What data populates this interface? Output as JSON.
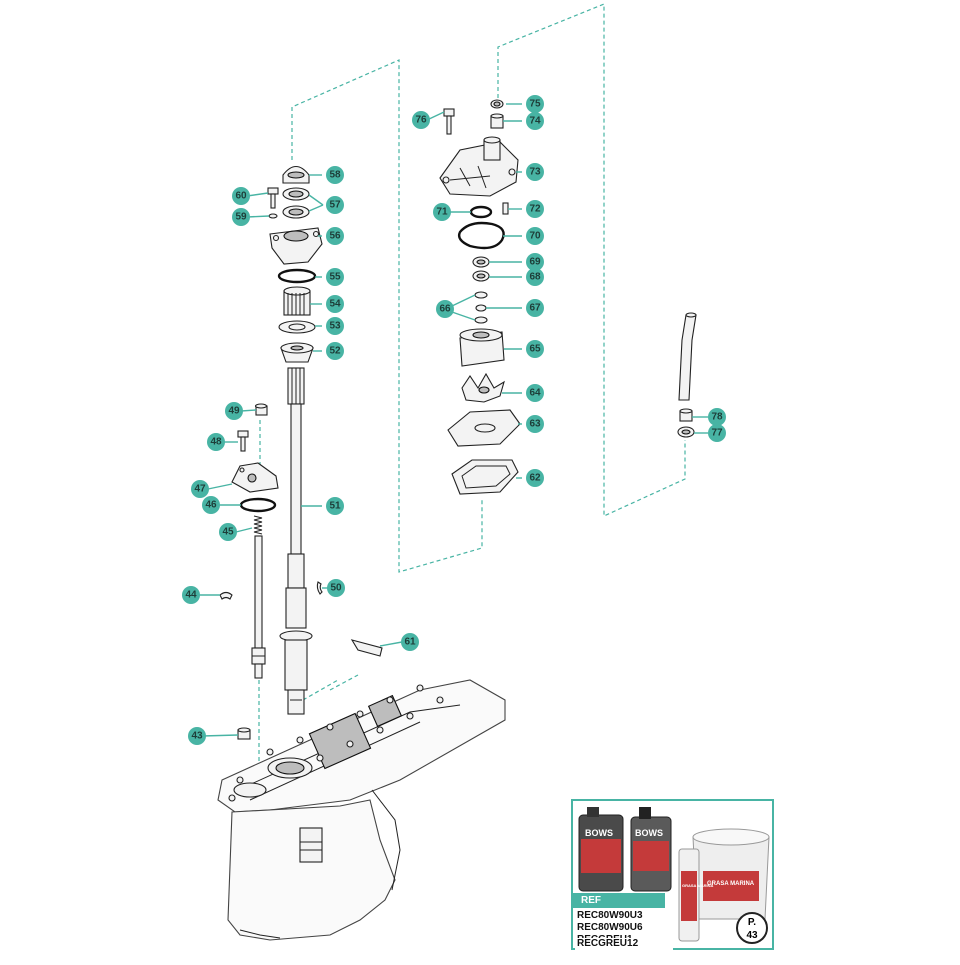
{
  "callouts": [
    {
      "num": "75"
    },
    {
      "num": "74"
    },
    {
      "num": "76"
    },
    {
      "num": "73"
    },
    {
      "num": "71"
    },
    {
      "num": "72"
    },
    {
      "num": "70"
    },
    {
      "num": "69"
    },
    {
      "num": "68"
    },
    {
      "num": "66"
    },
    {
      "num": "67"
    },
    {
      "num": "65"
    },
    {
      "num": "64"
    },
    {
      "num": "63"
    },
    {
      "num": "62"
    },
    {
      "num": "58"
    },
    {
      "num": "60"
    },
    {
      "num": "57"
    },
    {
      "num": "59"
    },
    {
      "num": "56"
    },
    {
      "num": "55"
    },
    {
      "num": "54"
    },
    {
      "num": "53"
    },
    {
      "num": "52"
    },
    {
      "num": "49"
    },
    {
      "num": "48"
    },
    {
      "num": "47"
    },
    {
      "num": "46"
    },
    {
      "num": "51"
    },
    {
      "num": "45"
    },
    {
      "num": "44"
    },
    {
      "num": "50"
    },
    {
      "num": "61"
    },
    {
      "num": "43"
    },
    {
      "num": "78"
    },
    {
      "num": "77"
    }
  ],
  "ref_panel": {
    "header": "REF",
    "codes": [
      "REC80W90U3",
      "REC80W90U6",
      "RECGREU1",
      "RECGREU12"
    ],
    "page_prefix": "P.",
    "page_number": "43",
    "product_labels": [
      "BOWS",
      "BOWS",
      "GRASA MARINA",
      "GRASA MARINA"
    ]
  },
  "colors": {
    "accent": "#48b4a4",
    "callout_text": "#1d3d38",
    "line_art": "#222222"
  }
}
